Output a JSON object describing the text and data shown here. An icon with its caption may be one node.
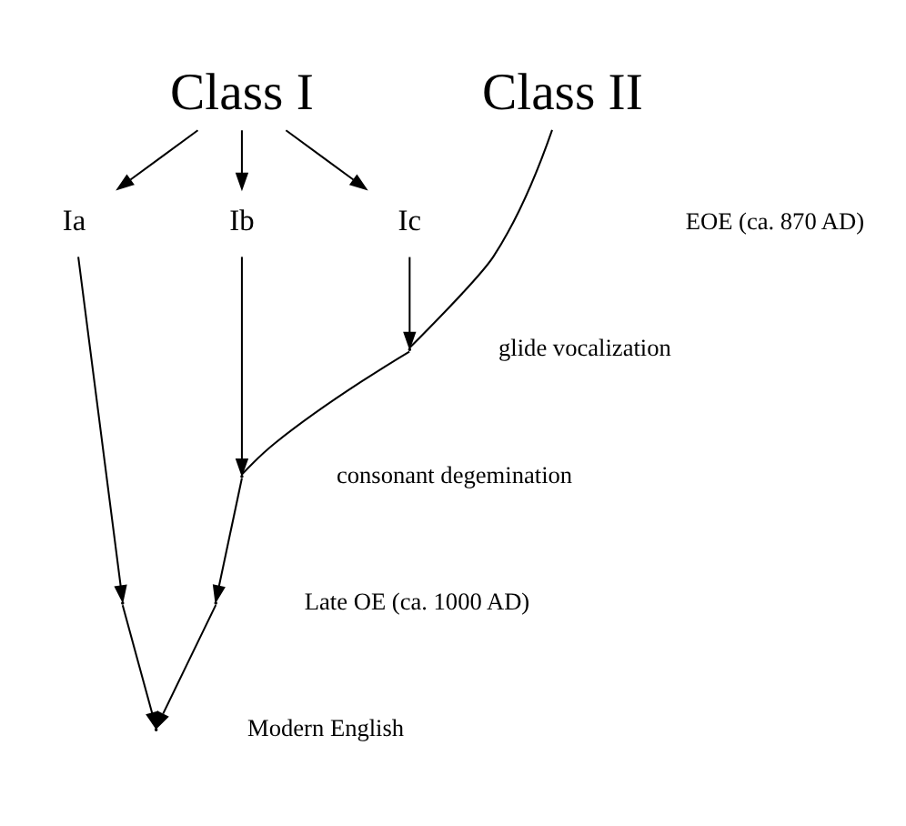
{
  "diagram": {
    "nodes": [
      {
        "text": [
          "Class I"
        ]
      },
      {
        "text": [
          "Class II"
        ]
      },
      {
        "text": [
          "Ia"
        ]
      },
      {
        "text": [
          "Ib"
        ]
      },
      {
        "text": [
          "Ic"
        ]
      },
      {
        "text": [],
        "shape": "point"
      },
      {
        "text": [],
        "shape": "point"
      },
      {
        "text": [],
        "shape": "point"
      },
      {
        "text": [],
        "shape": "point"
      },
      {
        "text": [],
        "shape": "point"
      }
    ],
    "edges": [
      {
        "from": 0,
        "to": 2,
        "arrow": "to"
      },
      {
        "from": 0,
        "to": 3,
        "arrow": "to"
      },
      {
        "from": 0,
        "to": 4,
        "arrow": "to"
      },
      {
        "from": 1,
        "to": 5,
        "arrow": "none"
      },
      {
        "from": 5,
        "to": 6,
        "arrow": "none"
      },
      {
        "from": 6,
        "to": 8,
        "arrow": "to"
      },
      {
        "from": 4,
        "to": 5,
        "arrow": "to"
      },
      {
        "from": 3,
        "to": 6,
        "arrow": "to"
      },
      {
        "from": 2,
        "to": 7,
        "arrow": "to"
      },
      {
        "from": 7,
        "to": 9,
        "arrow": "to"
      },
      {
        "from": 8,
        "to": 9,
        "arrow": "to"
      }
    ],
    "labels": [
      "EOE (ca. 870 AD)",
      "glide vocalization",
      "consonant degemination",
      "Late OE (ca. 1000 AD)",
      "Modern English"
    ]
  }
}
